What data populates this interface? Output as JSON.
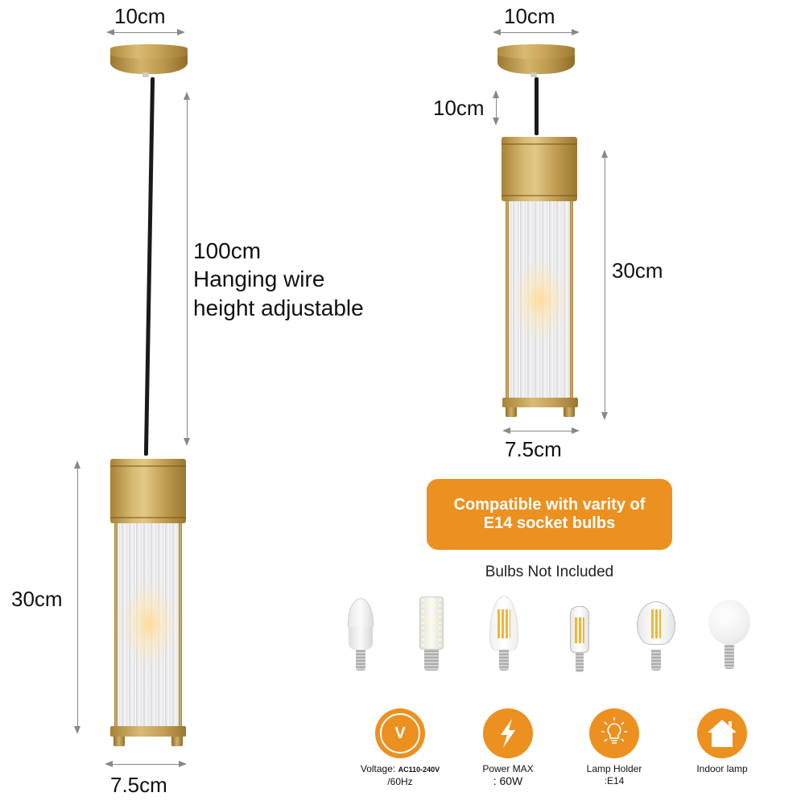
{
  "left_lamp": {
    "canopy_width": "10cm",
    "wire_note": {
      "line1": "100cm",
      "line2": "Hanging wire",
      "line3": "height adjustable"
    },
    "body_height": "30cm",
    "body_width": "7.5cm"
  },
  "right_lamp": {
    "canopy_width": "10cm",
    "wire_length": "10cm",
    "body_height": "30cm",
    "body_width": "7.5cm"
  },
  "compat_banner": {
    "line1": "Compatible with varity of",
    "line2": "E14 socket bulbs",
    "color": "#ec9020"
  },
  "bulbs_note": "Bulbs Not Included",
  "bulbs": [
    {
      "type": "led-candle-bulb"
    },
    {
      "type": "led-corn-bulb"
    },
    {
      "type": "filament-candle-bulb"
    },
    {
      "type": "filament-tubular-bulb"
    },
    {
      "type": "filament-globe-bulb"
    },
    {
      "type": "frosted-globe-bulb"
    }
  ],
  "features": [
    {
      "icon": "voltage-icon",
      "glyph": "V",
      "label_main": "Voltage: ",
      "label_small": "AC110-240V",
      "label_line2": "/60Hz"
    },
    {
      "icon": "lightning-icon",
      "label_main": "Power MAX",
      "label_line2": ": 60W"
    },
    {
      "icon": "lightbulb-icon",
      "label_main": "Lamp Holder",
      "label_line2": ":E14"
    },
    {
      "icon": "house-icon",
      "label_main": "Indoor lamp",
      "label_line2": ""
    }
  ]
}
